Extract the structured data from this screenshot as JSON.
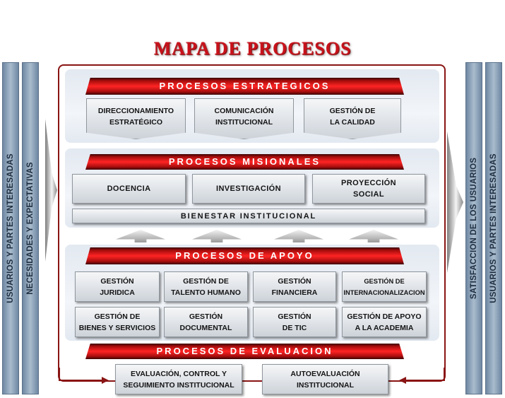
{
  "title": "MAPA DE PROCESOS",
  "left_bars": {
    "outer": "USUARIOS Y PARTES INTERESADAS",
    "inner": "NECESIDADES Y EXPECTATIVAS"
  },
  "right_bars": {
    "inner": "SATISFACCION DE LOS USUARIOS",
    "outer": "USUARIOS Y PARTES INTERESADAS"
  },
  "estrategicos": {
    "header": "PROCESOS ESTRATEGICOS",
    "items": [
      "DIRECCIONAMIENTO\nESTRATÉGICO",
      "COMUNICACIÓN\nINSTITUCIONAL",
      "GESTIÓN DE\nLA CALIDAD"
    ]
  },
  "misionales": {
    "header": "PROCESOS MISIONALES",
    "items": [
      "DOCENCIA",
      "INVESTIGACIÓN",
      "PROYECCIÓN\nSOCIAL"
    ],
    "bienestar": "BIENESTAR INSTITUCIONAL"
  },
  "apoyo": {
    "header": "PROCESOS DE APOYO",
    "items": [
      "GESTIÓN\nJURIDICA",
      "GESTIÓN DE\nTALENTO HUMANO",
      "GESTIÓN\nFINANCIERA",
      "GESTIÓN DE\nINTERNACIONALIZACION",
      "GESTIÓN DE\nBIENES Y SERVICIOS",
      "GESTIÓN\nDOCUMENTAL",
      "GESTIÓN\nDE TIC",
      "GESTIÓN DE APOYO\nA LA ACADEMIA"
    ]
  },
  "evaluacion": {
    "header": "PROCESOS DE EVALUACION",
    "items": [
      "EVALUACIÓN, CONTROL Y\nSEGUIMIENTO INSTITUCIONAL",
      "AUTOEVALUACIÓN\nINSTITUCIONAL"
    ]
  },
  "colors": {
    "title": "#c8121b",
    "frame": "#8a1414",
    "banner": "#d01010",
    "side_bar": "#8aa0b8",
    "panel": "#e8edf3"
  }
}
